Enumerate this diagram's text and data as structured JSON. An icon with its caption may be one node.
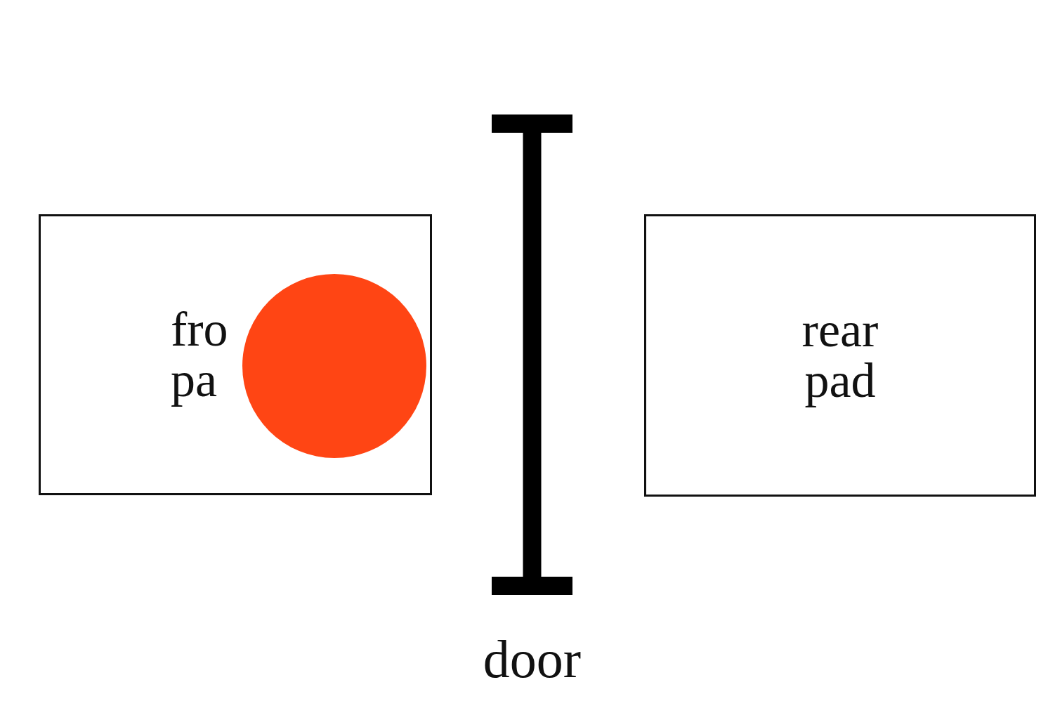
{
  "diagram": {
    "nodes": [
      {
        "text": [
          "fro pa"
        ]
      },
      {
        "text": [],
        "shape": "circle",
        "in": 0
      },
      {
        "text": [],
        "shape": "bar",
        "beside": [
          "door"
        ]
      },
      {
        "text": [
          "rear pad"
        ]
      }
    ]
  }
}
